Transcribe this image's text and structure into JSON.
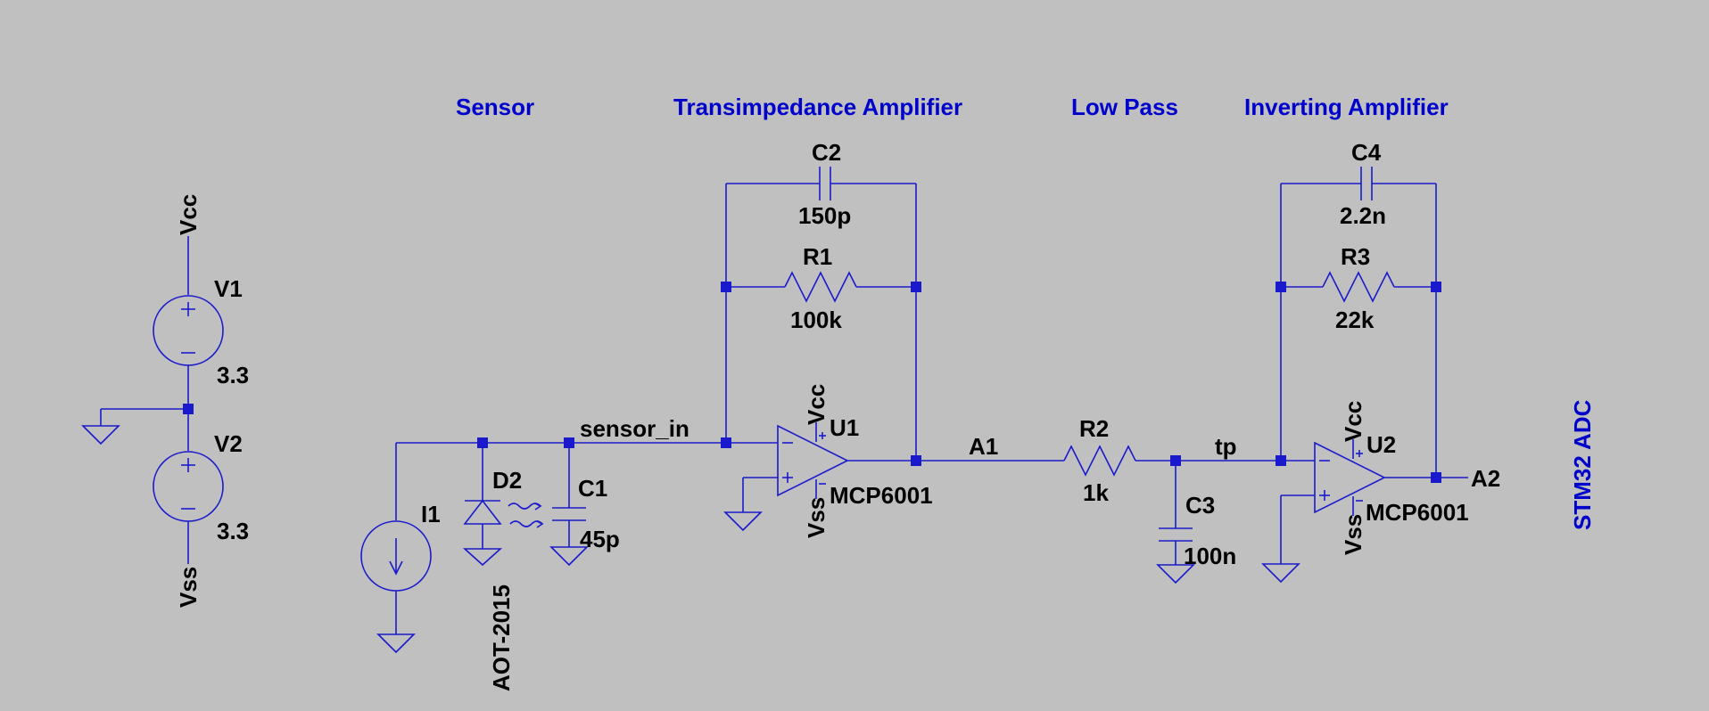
{
  "sections": {
    "sensor": "Sensor",
    "transimpedance": "Transimpedance Amplifier",
    "lowpass": "Low Pass",
    "inverting": "Inverting Amplifier",
    "adc": "STM32 ADC"
  },
  "components": {
    "V1": {
      "name": "V1",
      "value": "3.3"
    },
    "V2": {
      "name": "V2",
      "value": "3.3"
    },
    "I1": {
      "name": "I1"
    },
    "D2": {
      "name": "D2",
      "model": "AOT-2015"
    },
    "C1": {
      "name": "C1",
      "value": "45p"
    },
    "C2": {
      "name": "C2",
      "value": "150p"
    },
    "R1": {
      "name": "R1",
      "value": "100k"
    },
    "U1": {
      "name": "U1",
      "model": "MCP6001"
    },
    "R2": {
      "name": "R2",
      "value": "1k"
    },
    "C3": {
      "name": "C3",
      "value": "100n"
    },
    "C4": {
      "name": "C4",
      "value": "2.2n"
    },
    "R3": {
      "name": "R3",
      "value": "22k"
    },
    "U2": {
      "name": "U2",
      "model": "MCP6001"
    }
  },
  "nets": {
    "vcc": "Vcc",
    "vss": "Vss",
    "sensor_in": "sensor_in",
    "a1": "A1",
    "tp": "tp",
    "a2": "A2"
  },
  "pin_marks": {
    "plus": "+",
    "minus": "−"
  }
}
